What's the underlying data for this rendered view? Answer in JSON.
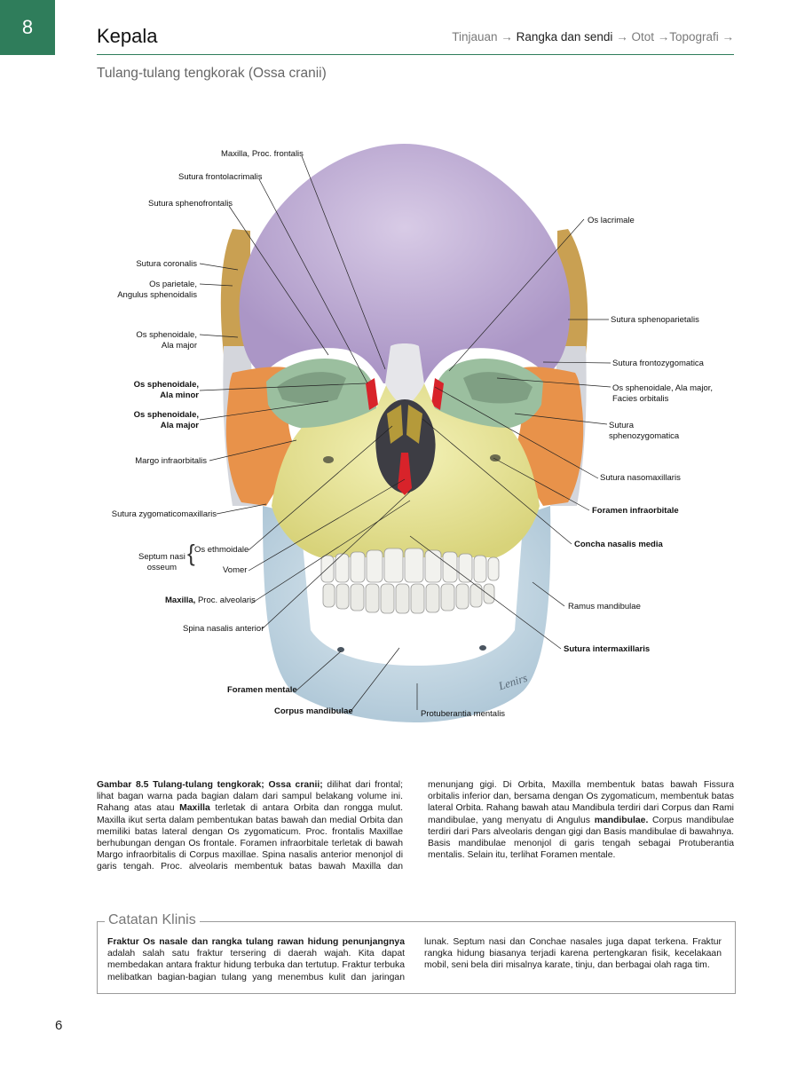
{
  "header": {
    "chapter_number": "8",
    "title": "Kepala",
    "nav_1": "Tinjauan →",
    "nav_2": "Rangka dan sendi",
    "nav_3": "→ Otot →Topografi →"
  },
  "subtitle": "Tulang-tulang tengkorak (Ossa cranii)",
  "figure": {
    "signature": "Lenirs",
    "labels_left": {
      "maxilla_proc_frontalis": "Maxilla, Proc. frontalis",
      "sutura_frontolacrimalis": "Sutura frontolacrimalis",
      "sutura_sphenofrontalis": "Sutura sphenofrontalis",
      "sutura_coronalis": "Sutura coronalis",
      "os_parietale_1": "Os parietale,",
      "os_parietale_2": "Angulus sphenoidalis",
      "os_sph_ala_major_1": "Os sphenoidale,",
      "os_sph_ala_major_2": "Ala major",
      "os_sph_ala_minor_b1": "Os sphenoidale,",
      "os_sph_ala_minor_b2": "Ala minor",
      "os_sph_ala_major_b1": "Os sphenoidale,",
      "os_sph_ala_major_b2": "Ala major",
      "margo_infraorbitalis": "Margo infraorbitalis",
      "sutura_zygomaticomaxillaris": "Sutura zygomaticomaxillaris",
      "septum_nasi_1": "Septum nasi",
      "septum_nasi_2": "osseum",
      "os_ethmoidale": "Os ethmoidale",
      "vomer": "Vomer",
      "maxilla_bold": "Maxilla,",
      "proc_alveolaris": " Proc. alveolaris",
      "spina_nasalis": "Spina nasalis anterior",
      "foramen_mentale": "Foramen mentale",
      "corpus_mandibulae": "Corpus mandibulae"
    },
    "labels_right": {
      "os_lacrimale": "Os lacrimale",
      "sutura_sphenoparietalis": "Sutura sphenoparietalis",
      "sutura_frontozygomatica": "Sutura frontozygomatica",
      "os_sph_facies_1": "Os sphenoidale, Ala major,",
      "os_sph_facies_2": "Facies orbitalis",
      "sutura_sphenozyg_1": "Sutura",
      "sutura_sphenozyg_2": "sphenozygomatica",
      "sutura_nasomaxillaris": "Sutura nasomaxillaris",
      "foramen_infraorbitale": "Foramen infraorbitale",
      "concha_nasalis_media": "Concha nasalis media",
      "ramus_mandibulae": "Ramus mandibulae",
      "sutura_intermaxillaris": "Sutura intermaxillaris",
      "protuberantia_mentalis": "Protuberantia mentalis"
    }
  },
  "caption": {
    "bold_lead": "Gambar 8.5 Tulang-tulang tengkorak; Ossa cranii;",
    "text_1": " dilihat dari frontal; lihat bagan warna pada bagian dalam dari sampul belakang volume ini. Rahang atas atau ",
    "bold_maxilla": "Maxilla",
    "text_2": " terletak di antara Orbita dan rongga mulut. Maxilla ikut serta dalam pembentukan batas bawah dan medial Orbita dan memiliki batas lateral dengan Os zygomaticum. Proc. frontalis Maxillae berhubungan dengan Os frontale. Foramen infraorbitale terletak di bawah Margo infraorbitalis di Corpus maxillae. Spina nasalis anterior menonjol di garis tengah. Proc. alveolaris membentuk batas bawah Maxilla dan menunjang gigi. Di Orbita, Maxilla membentuk batas bawah Fissura orbitalis inferior dan, bersama dengan Os zygomaticum, membentuk batas lateral Orbita. Rahang bawah atau Mandibula terdiri dari Corpus dan Rami mandibulae, yang menyatu di Angulus ",
    "bold_mandibulae": "mandibulae.",
    "text_3": " Corpus mandibulae terdiri dari Pars alveolaris dengan gigi dan Basis mandibulae di bawahnya. Basis mandibulae menonjol di garis tengah sebagai Protuberantia mentalis. Selain itu, terlihat Foramen mentale."
  },
  "clinical": {
    "title": "Catatan Klinis",
    "bold_lead": "Fraktur Os nasale dan rangka tulang rawan hidung penunjangnya",
    "text": " adalah salah satu fraktur tersering di daerah wajah. Kita dapat membedakan antara fraktur hidung terbuka dan tertutup. Fraktur terbuka melibatkan bagian-bagian tulang yang menembus kulit dan jaringan lunak. Septum nasi dan Conchae nasales juga dapat terkena. Fraktur rangka hidung biasanya terjadi karena pertengkaran fisik, kecelakaan mobil, seni bela diri misalnya karate, tinju, dan berbagai olah raga tim."
  },
  "page_number": "6",
  "colors": {
    "accent_green": "#2f7d5b",
    "frontal": "#c4b3d6",
    "parietal": "#c9a052",
    "sphenoid": "#9bbf9f",
    "zygomatic": "#e8924a",
    "maxilla": "#ecea9f",
    "mandible": "#cbdde8",
    "nasal": "#e6e6ea",
    "lacrimal_red": "#d8232a"
  }
}
